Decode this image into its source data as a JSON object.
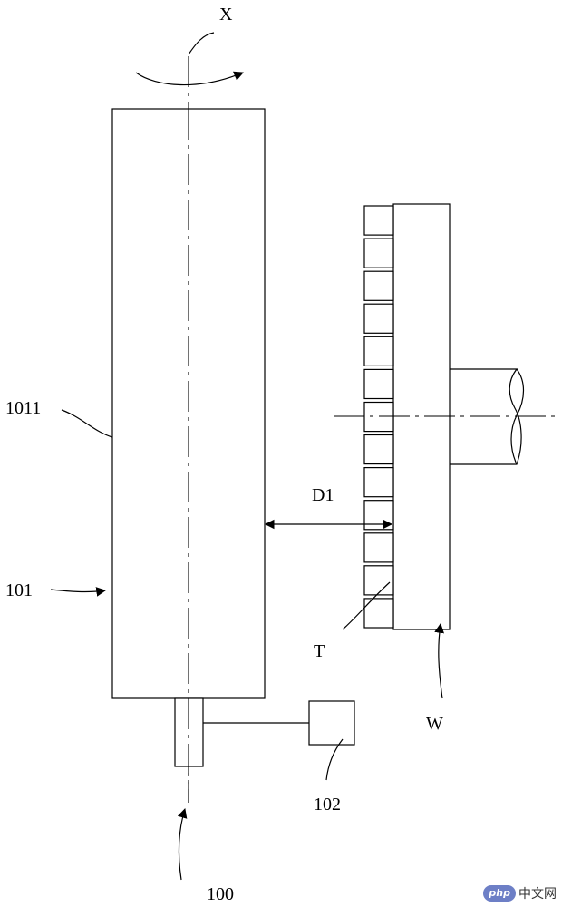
{
  "labels": {
    "axis": "X",
    "surface": "1011",
    "body": "101",
    "distance": "D1",
    "target": "T",
    "workpiece": "W",
    "base": "100",
    "unit": "102"
  },
  "watermark": {
    "badge": "php",
    "text": "中文网"
  },
  "colors": {
    "line": "#000000",
    "background": "#ffffff",
    "watermark_badge": "#6d7fc6"
  },
  "icons": {
    "rotation_arrow": "curved-arrow-icon",
    "distance_arrow": "double-headed-arrow-icon"
  }
}
